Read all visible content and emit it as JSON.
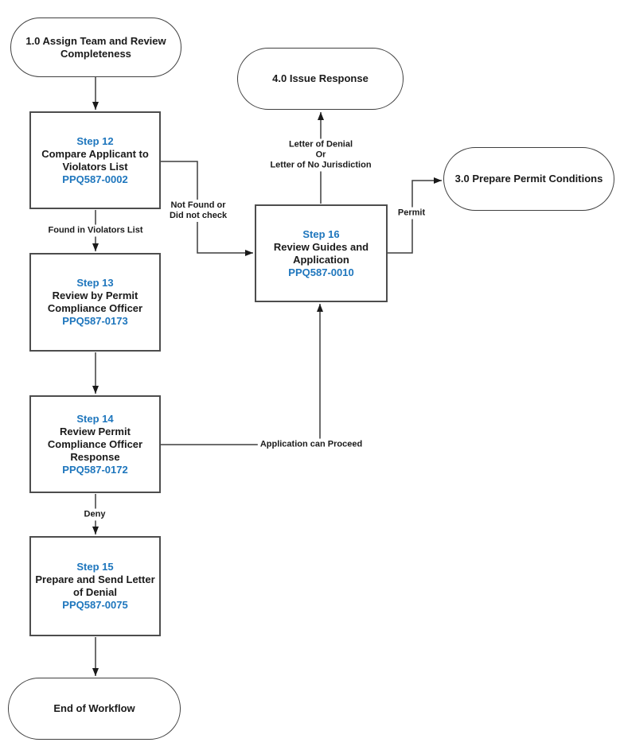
{
  "colors": {
    "accent_blue": "#1E76BD",
    "line": "#3d3d3d",
    "text": "#1a1a1a",
    "box_border": "#4d4d4d",
    "background": "#ffffff"
  },
  "nodes": {
    "start": {
      "label": "1.0 Assign Team and Review\nCompleteness"
    },
    "issue_response": {
      "label": "4.0 Issue Response"
    },
    "prepare_permit": {
      "label": "3.0 Prepare Permit Conditions"
    },
    "end": {
      "label": "End of Workflow"
    },
    "step12": {
      "step": "Step 12",
      "title": "Compare Applicant to\nViolators List",
      "code": "PPQ587-0002"
    },
    "step13": {
      "step": "Step 13",
      "title": "Review by Permit\nCompliance Officer",
      "code": "PPQ587-0173"
    },
    "step14": {
      "step": "Step 14",
      "title": "Review Permit\nCompliance Officer\nResponse",
      "code": "PPQ587-0172"
    },
    "step15": {
      "step": "Step 15",
      "title": "Prepare and Send Letter\nof Denial",
      "code": "PPQ587-0075"
    },
    "step16": {
      "step": "Step 16",
      "title": "Review Guides and\nApplication",
      "code": "PPQ587-0010"
    }
  },
  "edge_labels": {
    "found_in_violators": "Found in Violators List",
    "not_found": "Not Found or\nDid not check",
    "deny": "Deny",
    "letter_of_denial": "Letter of Denial\nOr\nLetter of No Jurisdiction",
    "permit": "Permit",
    "application_can_proceed": "Application can Proceed"
  }
}
